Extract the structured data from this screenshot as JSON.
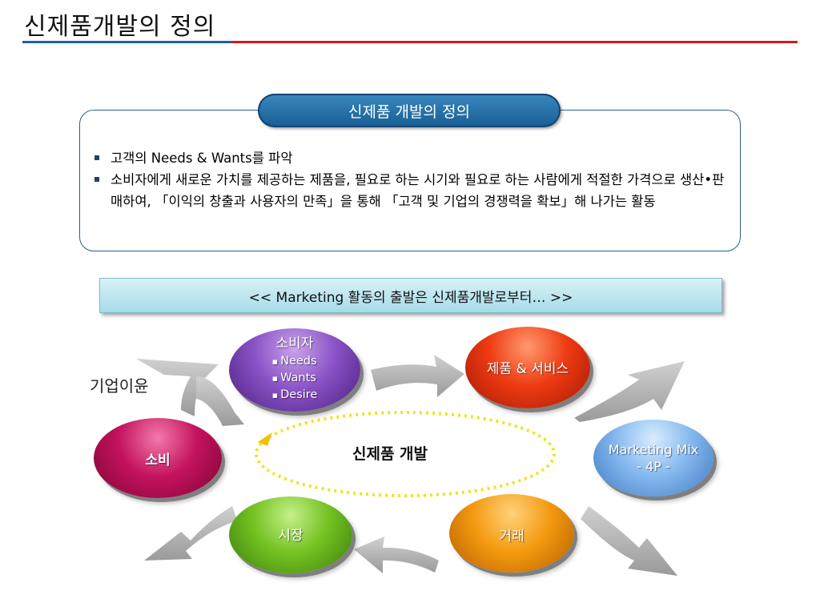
{
  "slide": {
    "title": "신제품개발의 정의"
  },
  "definition": {
    "heading": "신제품 개발의 정의",
    "bullets": [
      "고객의 Needs & Wants를 파악",
      "소비자에게 새로운 가치를 제공하는 제품을, 필요로 하는 시기와 필요로 하는 사람에게 적절한 가격으로 생산•판매하여, 「이익의 창출과 사용자의 만족」을 통해 「고객 및 기업의 경쟁력을 확보」해 나가는 활동"
    ]
  },
  "banner": {
    "text": "<< Marketing 활동의 출발은 신제품개발로부터… >>"
  },
  "cycle": {
    "consumer": {
      "label": "소비자",
      "items": [
        "Needs",
        "Wants",
        "Desire"
      ]
    },
    "product": {
      "label": "제품 & 서비스"
    },
    "marketing_mix": {
      "line1": "Marketing Mix",
      "line2": "- 4P -"
    },
    "deal": {
      "label": "거래"
    },
    "market": {
      "label": "시장"
    },
    "consumption": {
      "label": "소비"
    },
    "center": {
      "label": "신제품 개발"
    },
    "profit": {
      "label": "기업이윤"
    }
  },
  "colors": {
    "title_rule_blue": "#1f5fa8",
    "title_rule_red": "#d81818",
    "pill_blue": "#175d94",
    "dotted_cycle": "#f5e21a",
    "arrow_gray": "#b3b3b3"
  }
}
